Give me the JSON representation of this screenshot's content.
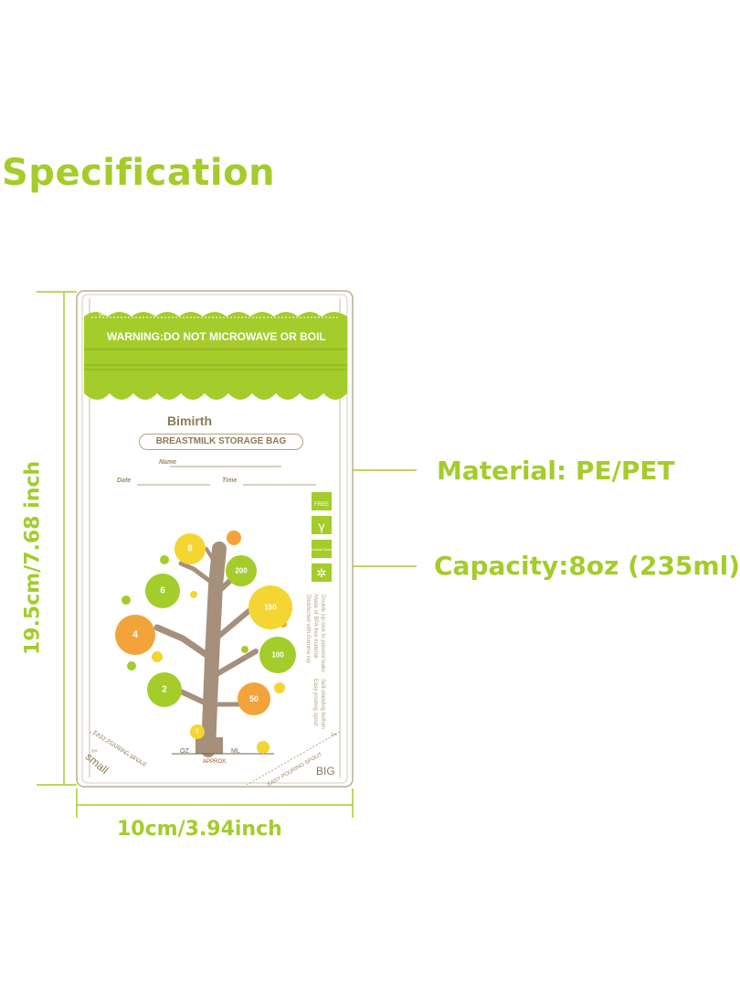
{
  "title": "Specification",
  "dimensions": {
    "height": "19.5cm/7.68 inch",
    "width": "10cm/3.94inch"
  },
  "callouts": {
    "material": "Material: PE/PET",
    "capacity": "Capacity:8oz (235ml)"
  },
  "bag": {
    "warning": "WARNING:DO NOT MICROWAVE OR BOIL",
    "brand": "Bimirth",
    "product_name": "BREASTMILK STORAGE BAG",
    "name_label": "Name",
    "date_label": "Date",
    "time_label": "Time",
    "oz_label": "OZ",
    "ml_label": "ML",
    "approx_label": "APPROX.",
    "small_label": "small",
    "big_label": "BIG",
    "spout_label": "EASY POURING SPOUT",
    "badges": [
      "FREE",
      "γ",
      "Medical Grade",
      "✲"
    ],
    "features": [
      "Double zip-lock to prevent leaks",
      "Made of BPA free material",
      "Disinfected with Gamma ray",
      "Self-standing bottom",
      "Easy pouring spout"
    ],
    "oz_marks": [
      "8",
      "6",
      "4",
      "2",
      "1"
    ],
    "ml_marks": [
      "200",
      "150",
      "100",
      "50"
    ],
    "colors": {
      "green": "#a4cc2b",
      "orange": "#f2a33a",
      "yellow": "#f4d532",
      "trunk": "#a68f7b"
    }
  }
}
